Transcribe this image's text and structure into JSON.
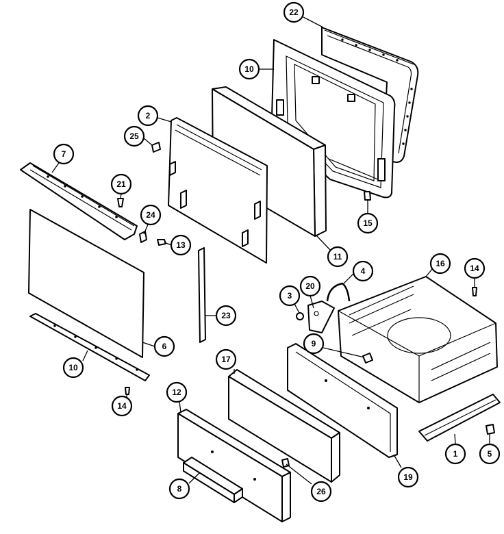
{
  "callouts": [
    {
      "id": "c22",
      "label": "22"
    },
    {
      "id": "c10a",
      "label": "10"
    },
    {
      "id": "c2",
      "label": "2"
    },
    {
      "id": "c25",
      "label": "25"
    },
    {
      "id": "c7",
      "label": "7"
    },
    {
      "id": "c21",
      "label": "21"
    },
    {
      "id": "c24",
      "label": "24"
    },
    {
      "id": "c13",
      "label": "13"
    },
    {
      "id": "c15",
      "label": "15"
    },
    {
      "id": "c11",
      "label": "11"
    },
    {
      "id": "c16",
      "label": "16"
    },
    {
      "id": "c14a",
      "label": "14"
    },
    {
      "id": "c4",
      "label": "4"
    },
    {
      "id": "c3",
      "label": "3"
    },
    {
      "id": "c20",
      "label": "20"
    },
    {
      "id": "c23",
      "label": "23"
    },
    {
      "id": "c6",
      "label": "6"
    },
    {
      "id": "c9",
      "label": "9"
    },
    {
      "id": "c10b",
      "label": "10"
    },
    {
      "id": "c14b",
      "label": "14"
    },
    {
      "id": "c17",
      "label": "17"
    },
    {
      "id": "c12",
      "label": "12"
    },
    {
      "id": "c1",
      "label": "1"
    },
    {
      "id": "c5",
      "label": "5"
    },
    {
      "id": "c19",
      "label": "19"
    },
    {
      "id": "c26",
      "label": "26"
    },
    {
      "id": "c8",
      "label": "8"
    }
  ]
}
